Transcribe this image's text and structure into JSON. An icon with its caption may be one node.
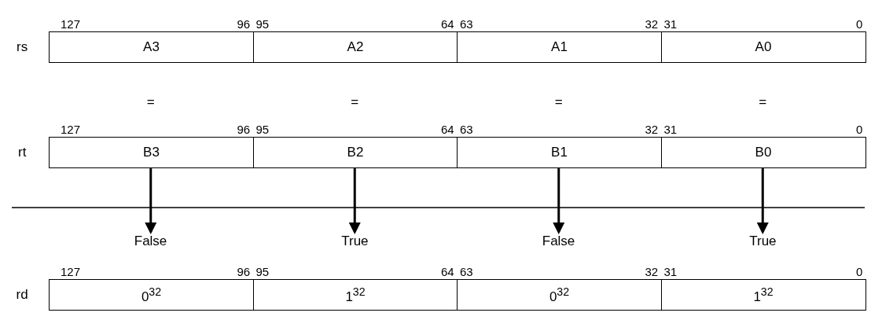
{
  "diagram": {
    "nodes": [
      {
        "text": [
          "A3"
        ]
      },
      {
        "text": [
          "A2"
        ]
      },
      {
        "text": [
          "A1"
        ]
      },
      {
        "text": [
          "A0"
        ]
      },
      {
        "text": [
          "B3"
        ]
      },
      {
        "text": [
          "B2"
        ]
      },
      {
        "text": [
          "B1"
        ]
      },
      {
        "text": [
          "B0"
        ]
      },
      {
        "text": [
          "False"
        ]
      },
      {
        "text": [
          "True"
        ]
      },
      {
        "text": [
          "False"
        ]
      },
      {
        "text": [
          "True"
        ]
      },
      {
        "text": [
          "0$^{32}$"
        ]
      },
      {
        "text": [
          "1$^{32}$"
        ]
      },
      {
        "text": [
          "0$^{32}$"
        ]
      },
      {
        "text": [
          "1$^{32}$"
        ]
      }
    ],
    "edges": [
      {
        "from": 4,
        "to": 8,
        "arrow": "to"
      },
      {
        "from": 5,
        "to": 9,
        "arrow": "to"
      },
      {
        "from": 6,
        "to": 10,
        "arrow": "to"
      },
      {
        "from": 7,
        "to": 11,
        "arrow": "to"
      }
    ],
    "labels": [
      "127",
      "96",
      "95",
      "64",
      "63",
      "32",
      "31",
      "0",
      "rs",
      "=",
      "=",
      "=",
      "=",
      "127",
      "96",
      "95",
      "64",
      "63",
      "32",
      "31",
      "0",
      "rt",
      "127",
      "96",
      "95",
      "64",
      "63",
      "32",
      "31",
      "0",
      "rd"
    ]
  }
}
